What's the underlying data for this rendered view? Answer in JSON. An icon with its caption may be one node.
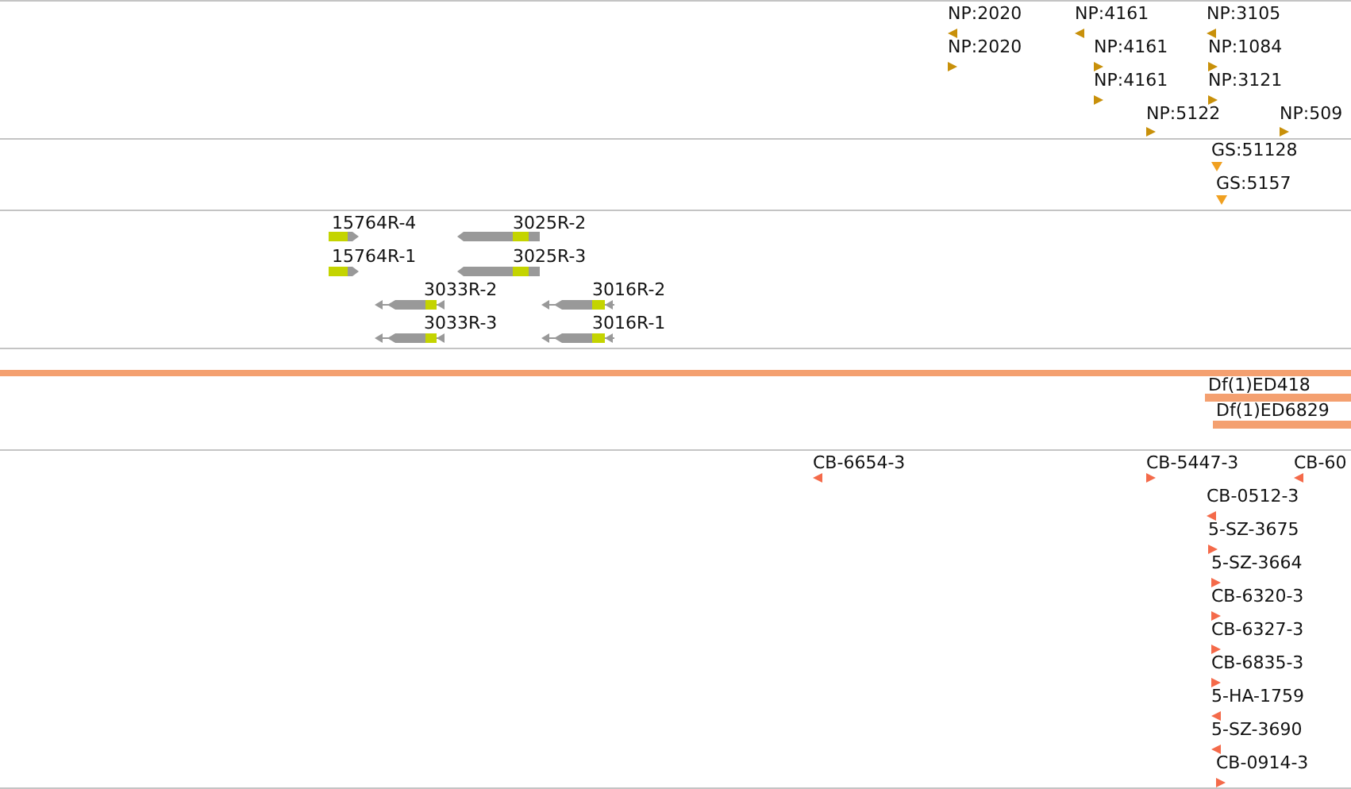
{
  "diagram": {
    "labels": [
      "NP:2020",
      "NP:4161",
      "NP:3105",
      "NP:2020",
      "NP:4161",
      "NP:1084",
      "NP:4161",
      "NP:3121",
      "NP:5122",
      "NP:509",
      "GS:51128",
      "GS:5157",
      "15764R-4",
      "3025R-2",
      "15764R-1",
      "3025R-3",
      "3033R-2",
      "3016R-2",
      "3033R-3",
      "3016R-1",
      "Df(1)ED418",
      "Df(1)ED6829",
      "CB-6654-3",
      "CB-5447-3",
      "CB-60",
      "CB-0512-3",
      "5-SZ-3675",
      "5-SZ-3664",
      "CB-6320-3",
      "CB-6327-3",
      "CB-6835-3",
      "5-HA-1759",
      "5-SZ-3690",
      "CB-0914-3"
    ]
  }
}
